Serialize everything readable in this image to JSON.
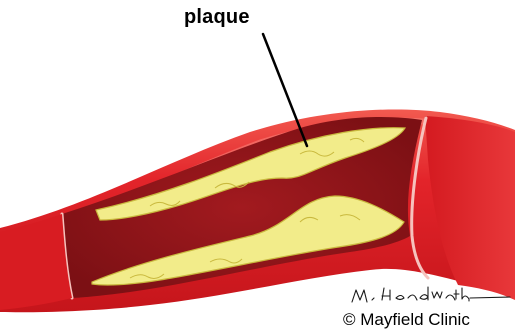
{
  "labels": {
    "plaque": "plaque"
  },
  "credit": {
    "copyright": "© Mayfield Clinic",
    "signature": "M. Headworth"
  },
  "colors": {
    "artery_outer": "#e01e23",
    "artery_highlight": "#f26a5e",
    "lumen": "#8e1419",
    "plaque": "#f2ec8a",
    "plaque_edge": "#c9b93e",
    "cut_edge": "#f6c2bd",
    "ink": "#000000"
  }
}
